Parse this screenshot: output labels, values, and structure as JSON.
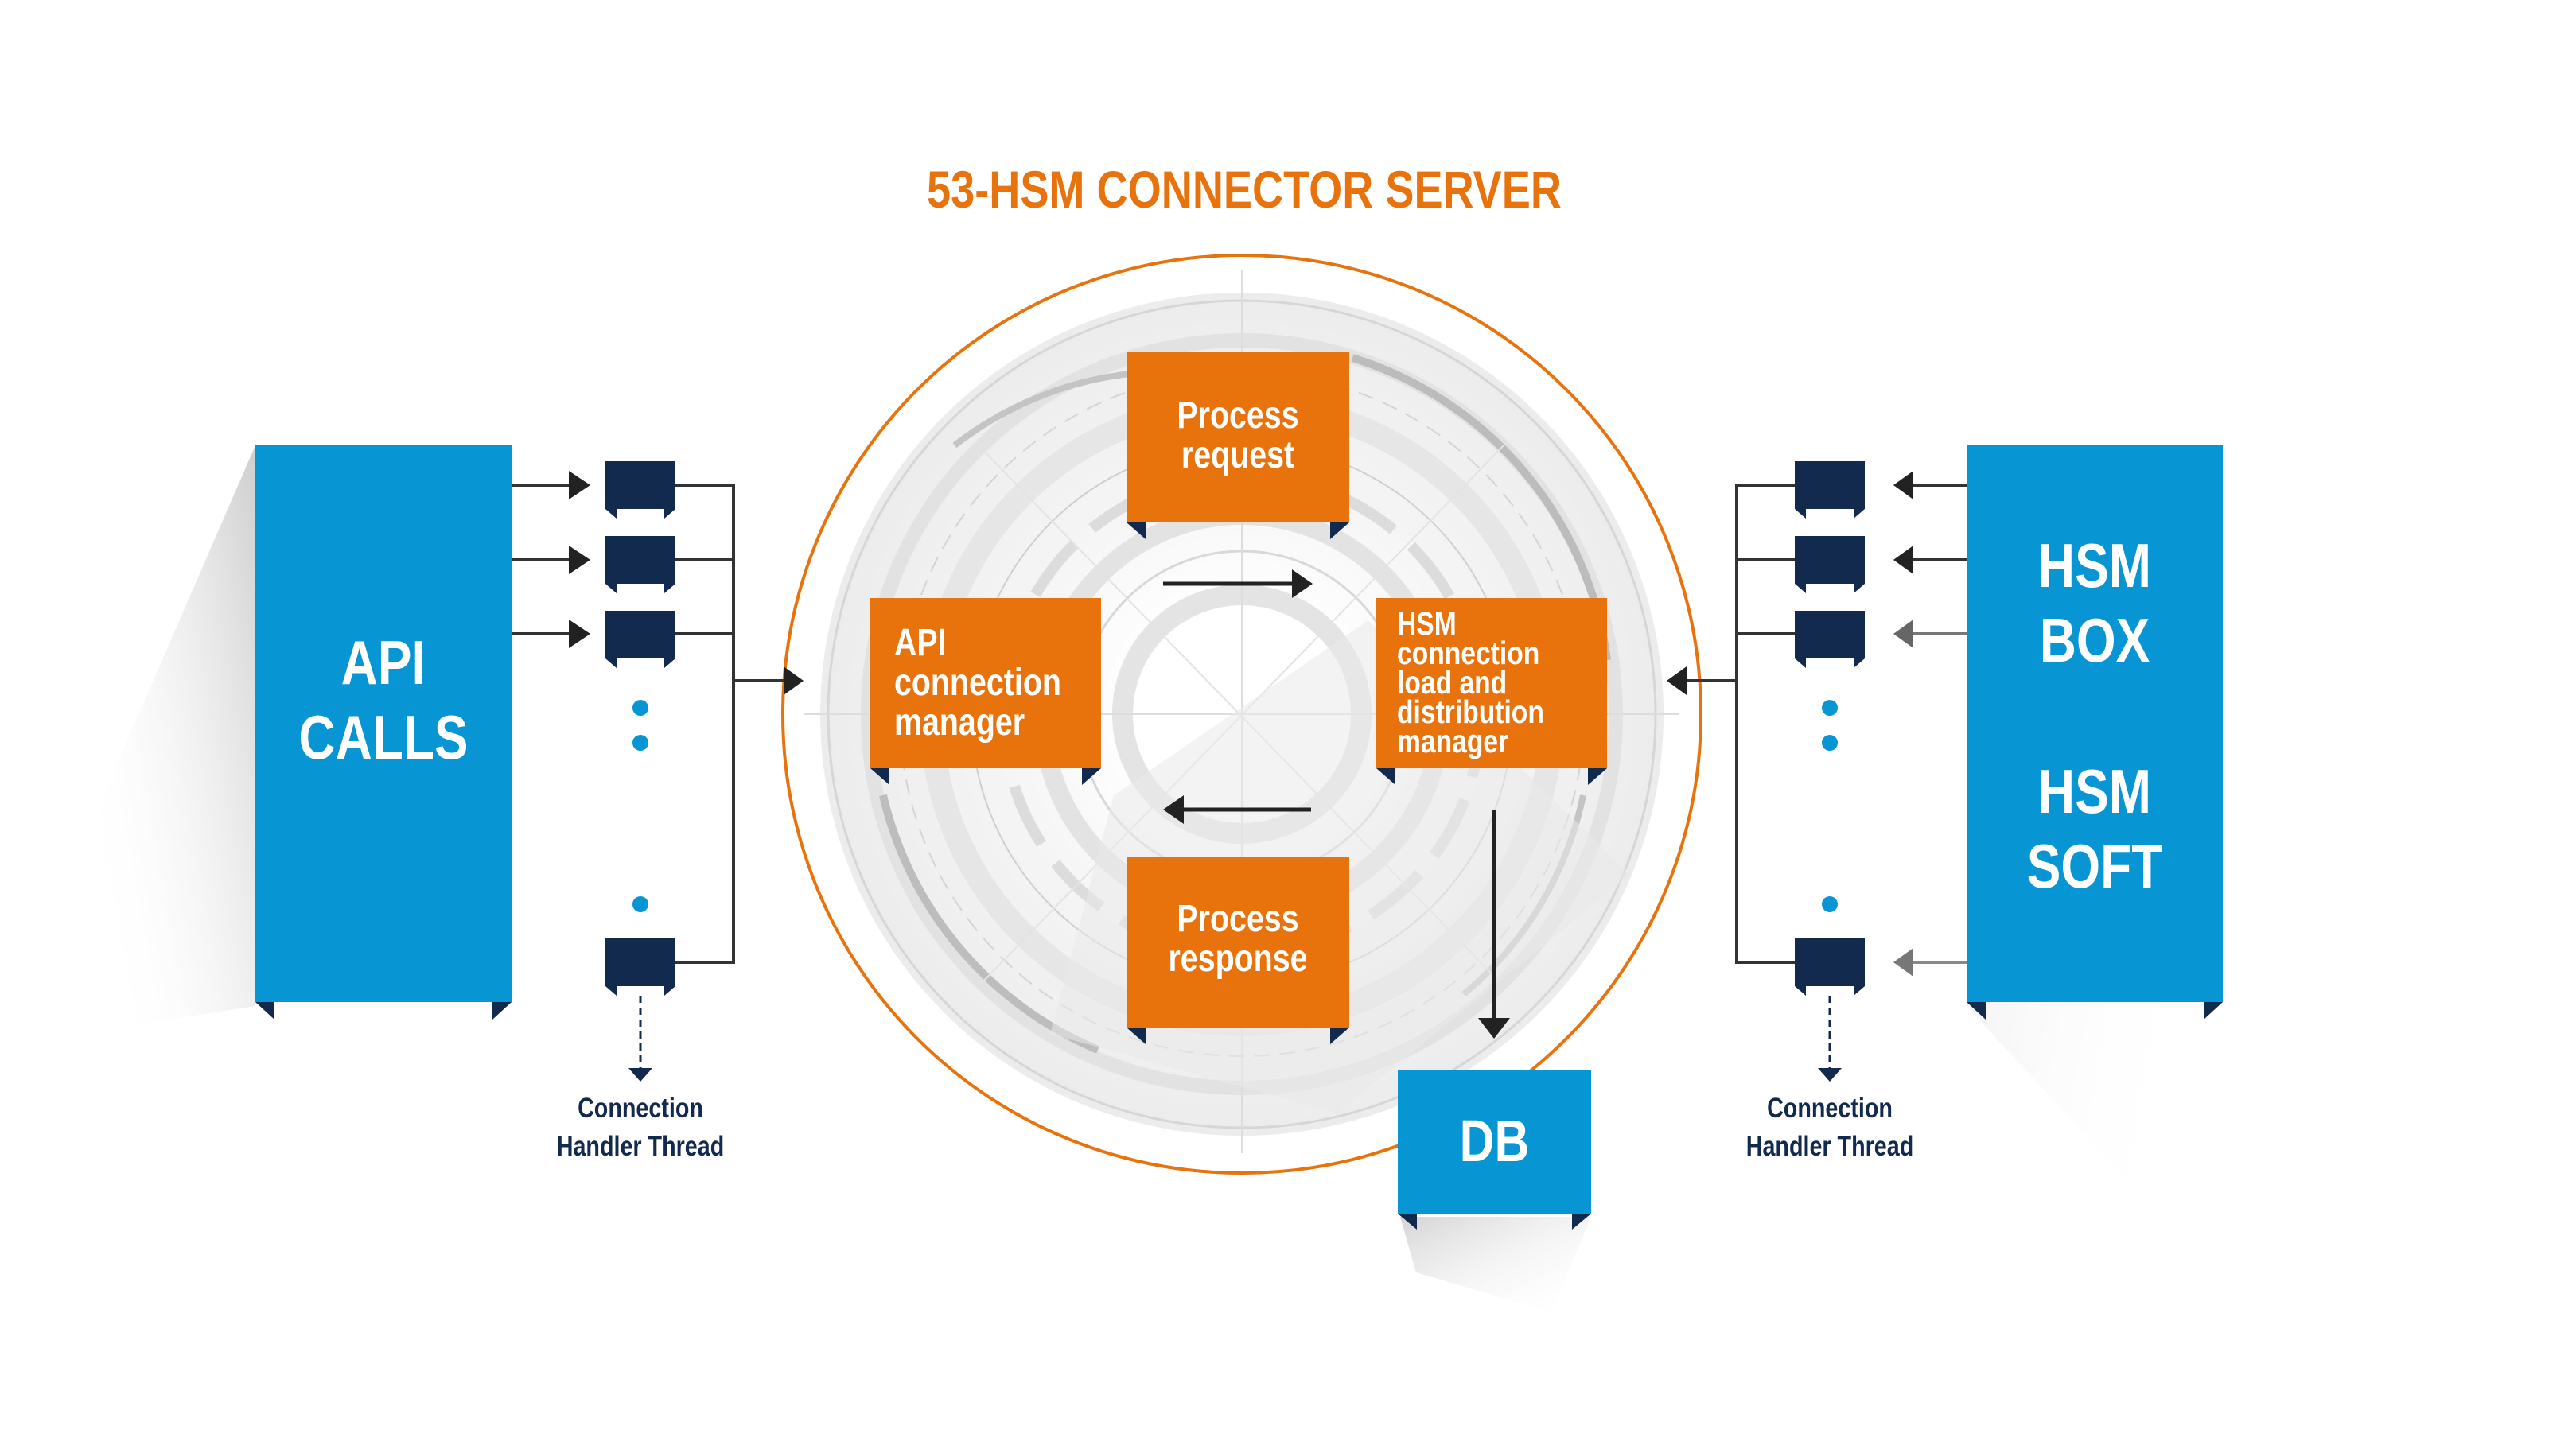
{
  "title": "53-HSM CONNECTOR SERVER",
  "left_block": {
    "line1": "API",
    "line2": "CALLS"
  },
  "right_block": {
    "box_line1": "HSM",
    "box_line2": "BOX",
    "soft_line1": "HSM",
    "soft_line2": "SOFT"
  },
  "process_request": {
    "line1": "Process",
    "line2": "request"
  },
  "api_manager": {
    "line1": "API",
    "line2": "connection",
    "line3": "manager"
  },
  "hsm_manager": {
    "line1": "HSM",
    "line2": "connection",
    "line3": "load and",
    "line4": "distribution",
    "line5": "manager"
  },
  "process_response": {
    "line1": "Process",
    "line2": "response"
  },
  "db": {
    "label": "DB"
  },
  "left_caption": {
    "line1": "Connection",
    "line2": "Handler Thread"
  },
  "right_caption": {
    "line1": "Connection",
    "line2": "Handler Thread"
  },
  "colors": {
    "orange": "#e8730c",
    "blue": "#0895d3",
    "navy": "#122a4e",
    "dot_blue": "#0895d3"
  }
}
